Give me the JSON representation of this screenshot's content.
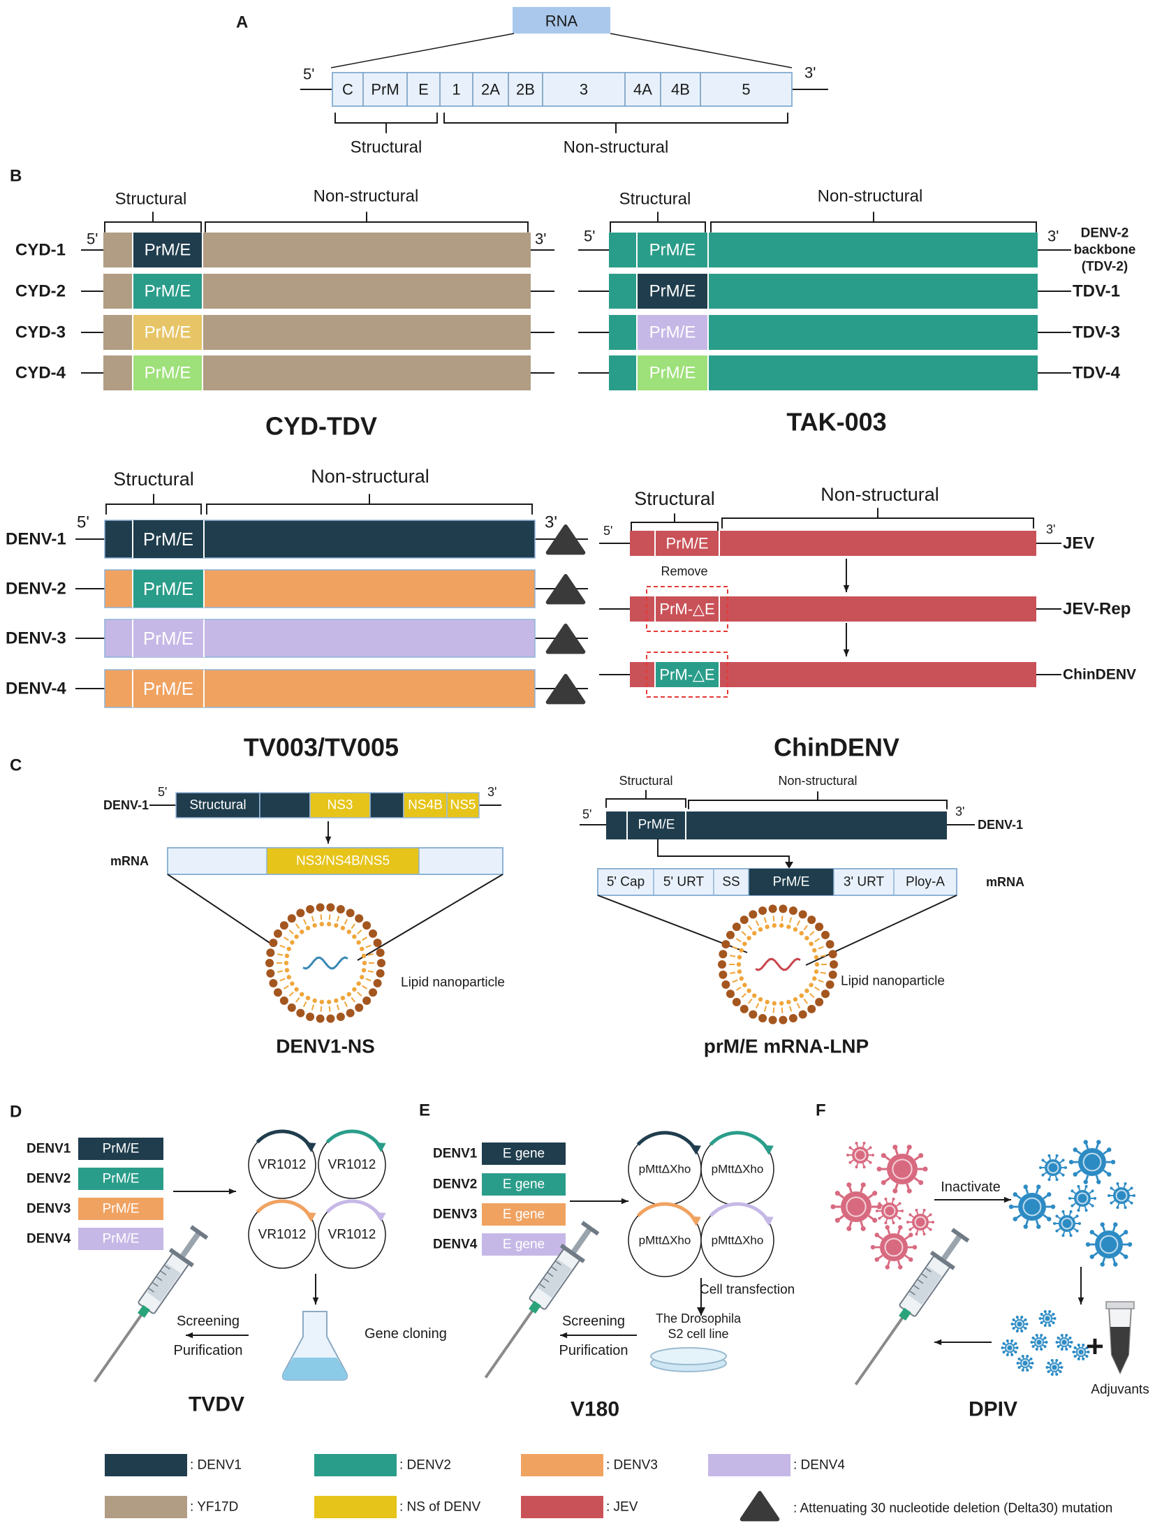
{
  "colors": {
    "denv1": "#1f3d4d",
    "denv2": "#2a9d8a",
    "denv3": "#f0a261",
    "denv4": "#c6b8e6",
    "yf17d": "#b19d84",
    "ns": "#e6c419",
    "jev": "#c95258",
    "rna": "#a9c8ec",
    "rnaBox": "#e8f1fb",
    "boxBorder": "#8db2d6",
    "triangle": "#3a3a3a",
    "capsid": "#a4561f",
    "lipid": "#f0a53a",
    "virusRed": "#d86a80",
    "virusBlue": "#2d8bc4"
  },
  "panelA": {
    "label": "A",
    "rna": "RNA",
    "five": "5'",
    "three": "3'",
    "segments": [
      "C",
      "PrM",
      "E",
      "1",
      "2A",
      "2B",
      "3",
      "4A",
      "4B",
      "5"
    ],
    "structural": "Structural",
    "nonStructural": "Non-structural"
  },
  "panelB": {
    "label": "B",
    "structural": "Structural",
    "nonStructural": "Non-structural",
    "five": "5'",
    "three": "3'",
    "prme": "PrM/E",
    "cyd": {
      "title": "CYD-TDV",
      "rows": [
        "CYD-1",
        "CYD-2",
        "CYD-3",
        "CYD-4"
      ]
    },
    "tak": {
      "title": "TAK-003",
      "rows": [
        "DENV-2 backbone (TDV-2)",
        "TDV-1",
        "TDV-3",
        "TDV-4"
      ],
      "backbone": [
        "DENV-2",
        "backbone",
        "(TDV-2)"
      ]
    },
    "tv": {
      "title": "TV003/TV005",
      "rows": [
        "DENV-1",
        "DENV-2",
        "DENV-3",
        "DENV-4"
      ]
    },
    "chin": {
      "title": "ChinDENV",
      "rows": [
        "JEV",
        "JEV-Rep",
        "ChinDENV"
      ],
      "remove": "Remove",
      "prmDeltaE": "PrM-△E"
    }
  },
  "panelC": {
    "label": "C",
    "left": {
      "genome": "DENV-1",
      "segments": [
        "Structural",
        "NS3",
        "NS4B",
        "NS5"
      ],
      "mrna": "mRNA",
      "mrnaInsert": "NS3/NS4B/NS5",
      "lnp": "Lipid nanoparticle",
      "title": "DENV1-NS"
    },
    "right": {
      "structural": "Structural",
      "nonStructural": "Non-structural",
      "prme": "PrM/E",
      "genome": "DENV-1",
      "mrna": "mRNA",
      "mrnaSegments": [
        "5' Cap",
        "5' URT",
        "SS",
        "PrM/E",
        "3' URT",
        "Ploy-A"
      ],
      "lnp": "Lipid nanoparticle",
      "title": "prM/E mRNA-LNP"
    }
  },
  "panelD": {
    "label": "D",
    "denvs": [
      "DENV1",
      "DENV2",
      "DENV3",
      "DENV4"
    ],
    "insert": "PrM/E",
    "plasmid": "VR1012",
    "cloning": "Gene cloning",
    "screening": "Screening",
    "purification": "Purification",
    "title": "TVDV"
  },
  "panelE": {
    "label": "E",
    "denvs": [
      "DENV1",
      "DENV2",
      "DENV3",
      "DENV4"
    ],
    "insert": "E gene",
    "plasmid": "pMttΔXho",
    "transfection": "Cell transfection",
    "cellLine1": "The Drosophila",
    "cellLine2": "S2 cell line",
    "screening": "Screening",
    "purification": "Purification",
    "title": "V180"
  },
  "panelF": {
    "label": "F",
    "inactivate": "Inactivate",
    "plus": "+",
    "adjuvants": "Adjuvants",
    "title": "DPIV"
  },
  "legend": [
    ": DENV1",
    ": DENV2",
    ": DENV3",
    ": DENV4",
    ": YF17D",
    ": NS of DENV",
    ": JEV",
    ": Attenuating 30 nucleotide deletion (Delta30) mutation"
  ]
}
